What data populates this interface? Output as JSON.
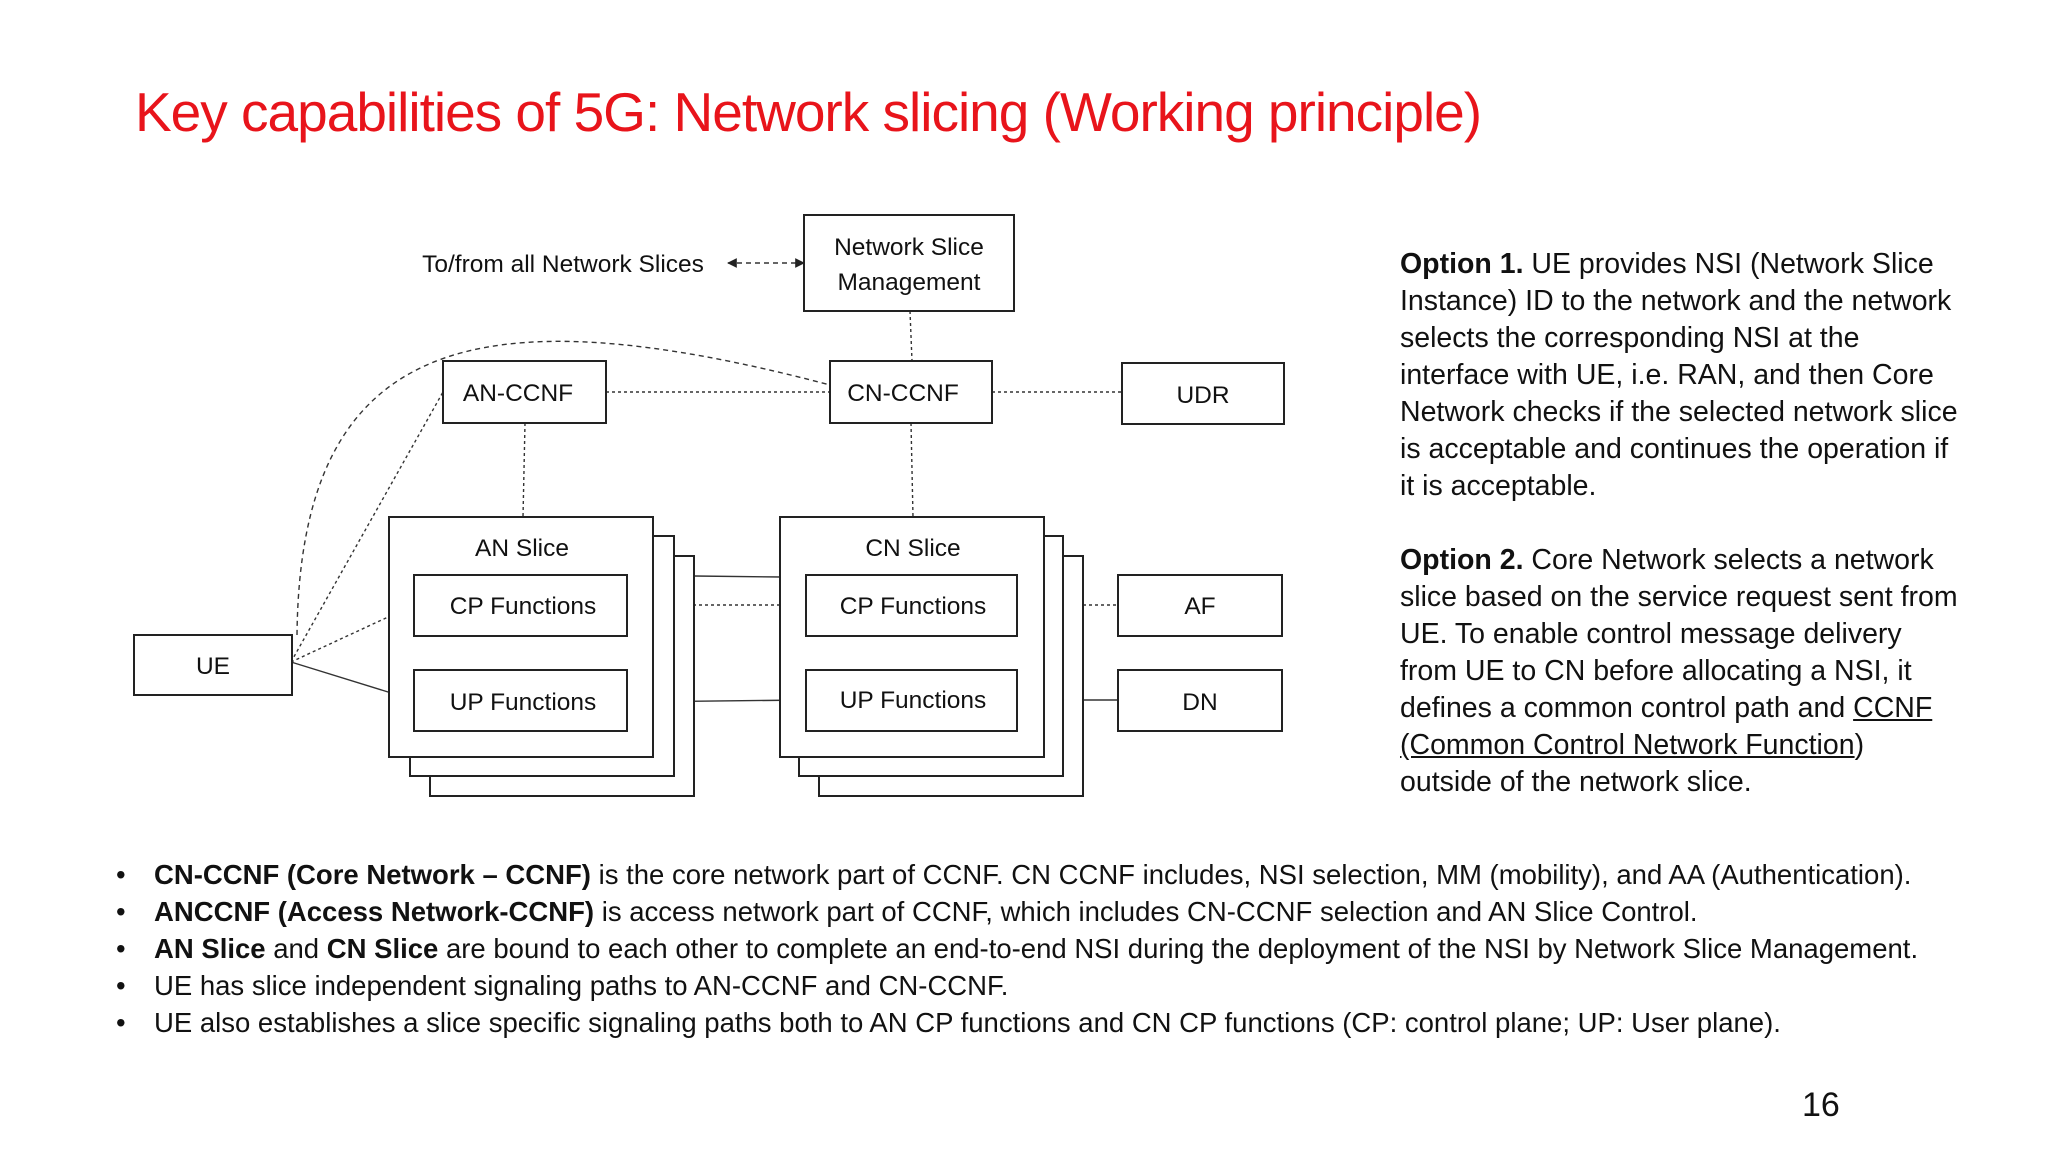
{
  "slide": {
    "title": "Key capabilities of 5G: Network slicing (Working principle)",
    "page_number": "16"
  },
  "diagram": {
    "external_label": "To/from all Network Slices",
    "nodes": {
      "nsm_line1": "Network Slice",
      "nsm_line2": "Management",
      "an_ccnf": "AN-CCNF",
      "cn_ccnf": "CN-CCNF",
      "udr": "UDR",
      "ue": "UE",
      "af": "AF",
      "dn": "DN",
      "an_slice": "AN Slice",
      "cn_slice": "CN Slice",
      "an_cp": "CP Functions",
      "an_up": "UP Functions",
      "cn_cp": "CP Functions",
      "cn_up": "UP Functions"
    }
  },
  "options": {
    "option1_heading": "Option 1.",
    "option1_text": " UE provides NSI (Network Slice Instance) ID to the network and the network selects the corresponding NSI at the interface with UE, i.e. RAN, and then Core Network checks if the selected network slice is acceptable and continues the operation if it is acceptable.",
    "option2_heading": "Option 2.",
    "option2_text_1": " Core Network selects a network slice based on the service request sent from UE. To enable control message delivery from UE to CN before allocating a NSI, it defines a common control path and ",
    "option2_link": "CCNF (Common Control Network Function",
    "option2_text_2": ") outside of the network slice."
  },
  "bullets": [
    {
      "bold": "CN-CCNF (Core Network – CCNF)",
      "text": " is the core network part of CCNF. CN CCNF includes, NSI selection, MM (mobility), and AA (Authentication)."
    },
    {
      "bold": "ANCCNF (Access Network-CCNF)",
      "text": " is access network part of CCNF, which includes CN-CCNF selection and AN Slice Control."
    },
    {
      "bold": "AN Slice",
      "mid": " and ",
      "bold2": "CN Slice",
      "text": " are bound to each other to complete an end-to-end NSI during the deployment of the NSI by Network Slice Management."
    },
    {
      "text": "UE has slice independent signaling paths to AN-CCNF and CN-CCNF."
    },
    {
      "text": "UE also establishes a slice specific signaling paths both to AN CP functions and CN CP functions (CP: control plane; UP: User plane)."
    }
  ],
  "colors": {
    "title": "#e8141b",
    "text": "#111111",
    "line": "#222222"
  }
}
